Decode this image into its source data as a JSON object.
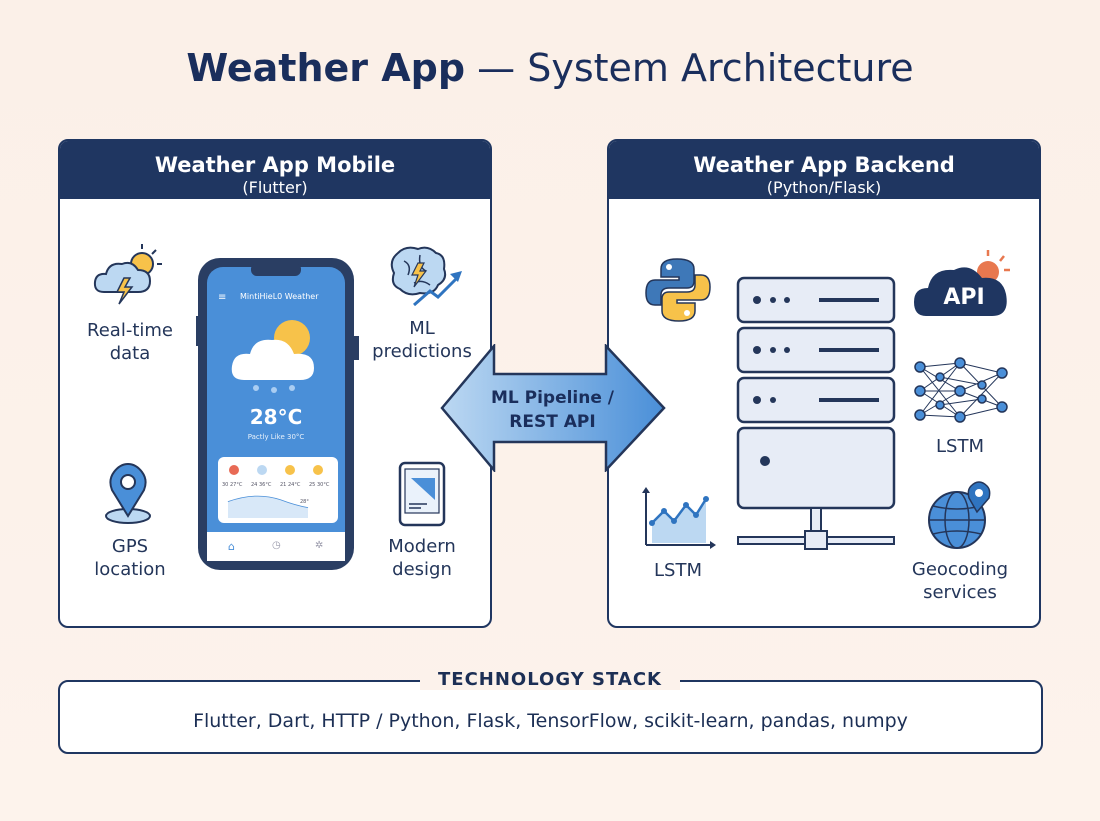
{
  "title": {
    "bold": "Weather App",
    "rest": " — System Architecture"
  },
  "mobile": {
    "title": "Weather App Mobile",
    "subtitle": "(Flutter)",
    "features": {
      "realtime": [
        "Real-time",
        "data"
      ],
      "ml": [
        "ML",
        "predictions"
      ],
      "gps": [
        "GPS",
        "location"
      ],
      "design": [
        "Modern",
        "design"
      ]
    },
    "phone": {
      "app_name": "MintiHieL0 Weather",
      "temp": "28°C",
      "feels": "Pactly Like 30°C",
      "forecast_temps": [
        "30 27°C",
        "24 36°C",
        "21 24°C",
        "25 30°C"
      ],
      "chart_label": "28°"
    }
  },
  "connector": {
    "line1": "ML Pipeline /",
    "line2": "REST API"
  },
  "backend": {
    "title": "Weather App Backend",
    "subtitle": "(Python/Flask)",
    "api_label": "API",
    "features": {
      "lstm_right": "LSTM",
      "lstm_left": "LSTM",
      "geocoding": [
        "Geocoding",
        "services"
      ]
    }
  },
  "stack": {
    "title": "TECHNOLOGY STACK",
    "text": "Flutter, Dart, HTTP  /  Python, Flask, TensorFlow, scikit-learn, pandas, numpy"
  }
}
